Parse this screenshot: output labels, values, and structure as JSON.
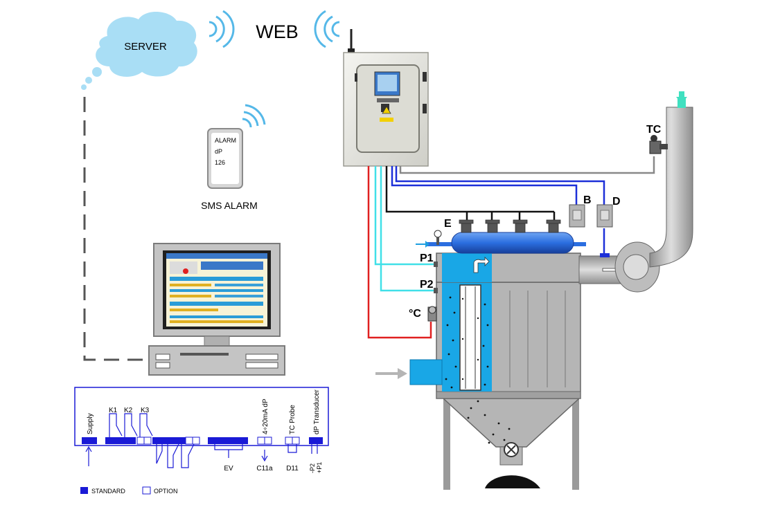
{
  "network": {
    "server_label": "SERVER",
    "web_label": "WEB"
  },
  "sms": {
    "line1": "ALARM",
    "line2": "dP",
    "line3": "126",
    "caption": "SMS ALARM"
  },
  "filter": {
    "label_tc": "TC",
    "label_b": "B",
    "label_d": "D",
    "label_e": "E",
    "label_p1": "P1",
    "label_p2": "P2",
    "label_temp": "°C"
  },
  "terminal": {
    "supply": "Supply",
    "k1": "K1",
    "k2": "K2",
    "k3": "K3",
    "analog_dp": "4÷20mA dP",
    "tc_probe": "TC Probe",
    "dp_transducer": "dP Transducer",
    "ev": "EV",
    "c11a": "C11a",
    "d11": "D11",
    "p2": "-P2",
    "p1": "+P1"
  },
  "legend": {
    "standard": "STANDARD",
    "option": "OPTION"
  },
  "colors": {
    "standard_blue": "#1a1ad6",
    "tank_blue": "#2b6ee0",
    "filter_blue": "#19a7e6",
    "wire_red": "#e02020",
    "wire_cyan": "#40e0e8",
    "wire_blue": "#1c2fd8",
    "cloud": "#a9def5",
    "body_gray": "#b5b5b5"
  }
}
